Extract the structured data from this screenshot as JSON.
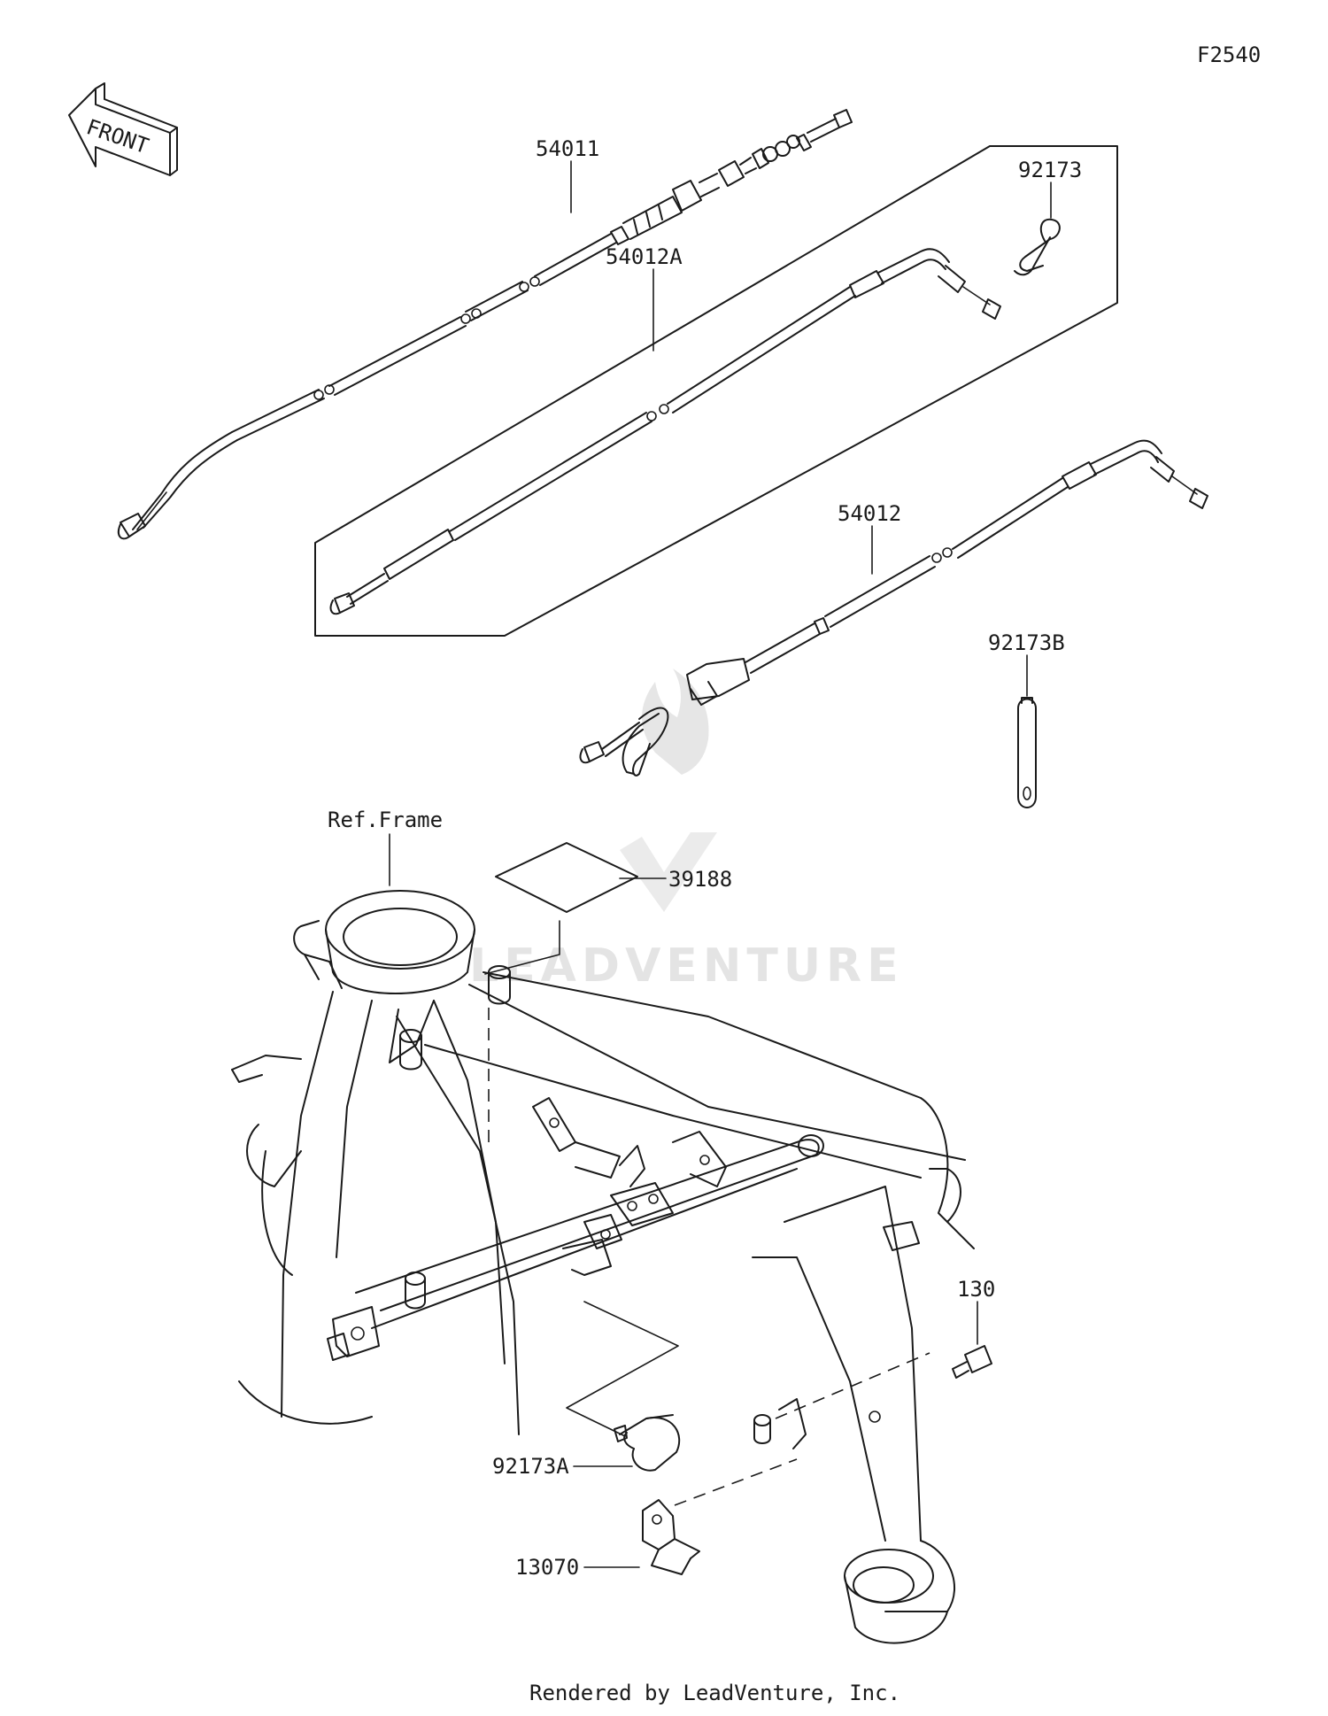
{
  "diagram_code": "F2540",
  "front_label": "FRONT",
  "parts": [
    {
      "part_number": "54011"
    },
    {
      "part_number": "92173"
    },
    {
      "part_number": "54012A"
    },
    {
      "part_number": "54012"
    },
    {
      "part_number": "92173B"
    },
    {
      "part_number": "Ref.Frame"
    },
    {
      "part_number": "39188"
    },
    {
      "part_number": "130"
    },
    {
      "part_number": "92173A"
    },
    {
      "part_number": "13070"
    }
  ],
  "watermark": "LEADVENTURE",
  "footer": "Rendered by LeadVenture, Inc.",
  "colors": {
    "ink": "#1a1a1a",
    "paper": "#ffffff",
    "watermark": "#d9d9d9"
  }
}
